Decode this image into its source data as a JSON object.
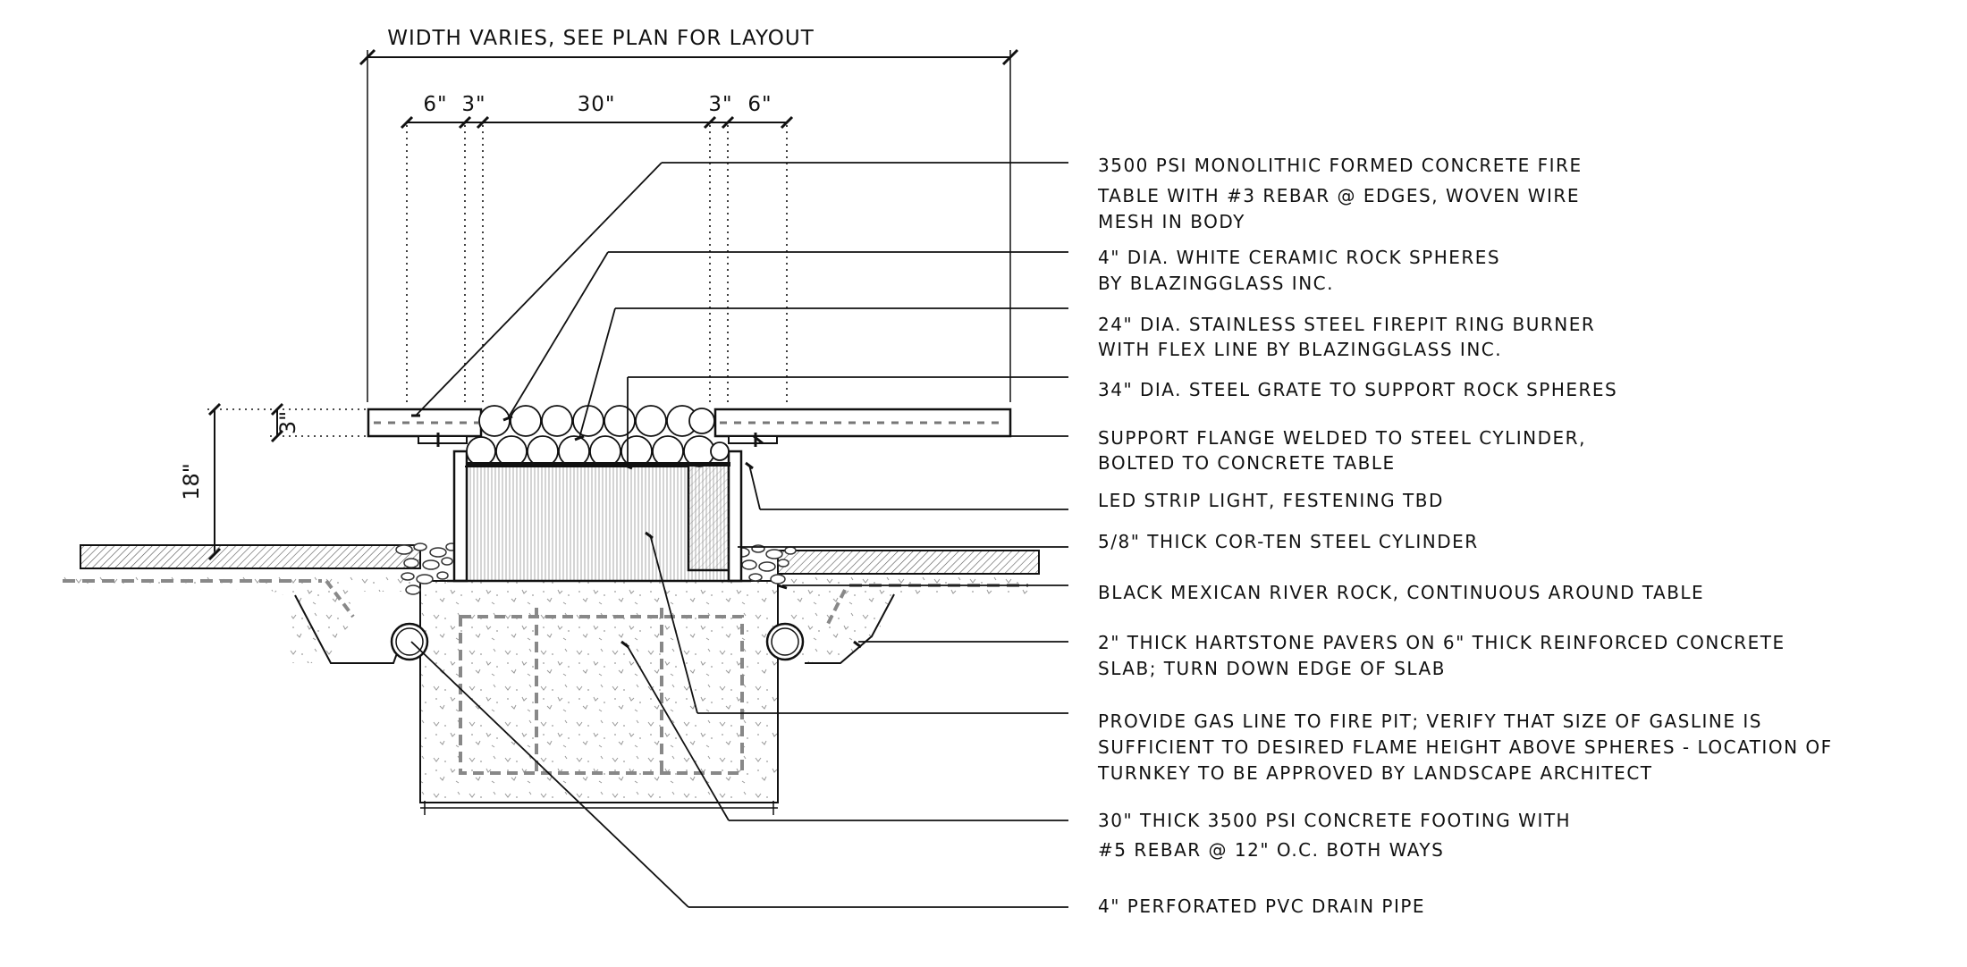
{
  "dimensions": {
    "overall": "WIDTH VARIES, SEE PLAN FOR LAYOUT",
    "segments": [
      "6\"",
      "3\"",
      "30\"",
      "3\"",
      "6\""
    ],
    "table_thickness": "3\"",
    "height": "18\""
  },
  "notes": [
    {
      "lines": [
        "3500 PSI MONOLITHIC FORMED CONCRETE FIRE",
        "TABLE WITH #3 REBAR @ EDGES, WOVEN WIRE",
        "MESH IN BODY"
      ]
    },
    {
      "lines": [
        "4\" DIA. WHITE CERAMIC ROCK SPHERES",
        "BY BLAZINGGLASS INC."
      ]
    },
    {
      "lines": [
        "24\" DIA. STAINLESS STEEL FIREPIT RING BURNER",
        "WITH FLEX LINE BY BLAZINGGLASS INC."
      ]
    },
    {
      "lines": [
        "34\" DIA. STEEL GRATE TO SUPPORT ROCK SPHERES"
      ]
    },
    {
      "lines": [
        "SUPPORT FLANGE WELDED TO STEEL CYLINDER,",
        "BOLTED TO CONCRETE TABLE"
      ]
    },
    {
      "lines": [
        "LED STRIP LIGHT, FESTENING TBD"
      ]
    },
    {
      "lines": [
        "5/8\" THICK COR-TEN STEEL CYLINDER"
      ]
    },
    {
      "lines": [
        "BLACK MEXICAN RIVER ROCK, CONTINUOUS AROUND TABLE"
      ]
    },
    {
      "lines": [
        "2\" THICK HARTSTONE PAVERS ON 6\" THICK REINFORCED CONCRETE",
        "SLAB; TURN DOWN EDGE OF SLAB"
      ]
    },
    {
      "lines": [
        "PROVIDE GAS LINE TO FIRE PIT; VERIFY THAT SIZE OF GASLINE IS",
        "SUFFICIENT TO DESIRED FLAME HEIGHT ABOVE SPHERES - LOCATION OF",
        "TURNKEY TO BE APPROVED BY LANDSCAPE ARCHITECT"
      ]
    },
    {
      "lines": [
        "30\" THICK 3500 PSI CONCRETE FOOTING WITH",
        "#5 REBAR @ 12\" O.C. BOTH WAYS"
      ]
    },
    {
      "lines": [
        "4\" PERFORATED PVC DRAIN PIPE"
      ]
    }
  ]
}
